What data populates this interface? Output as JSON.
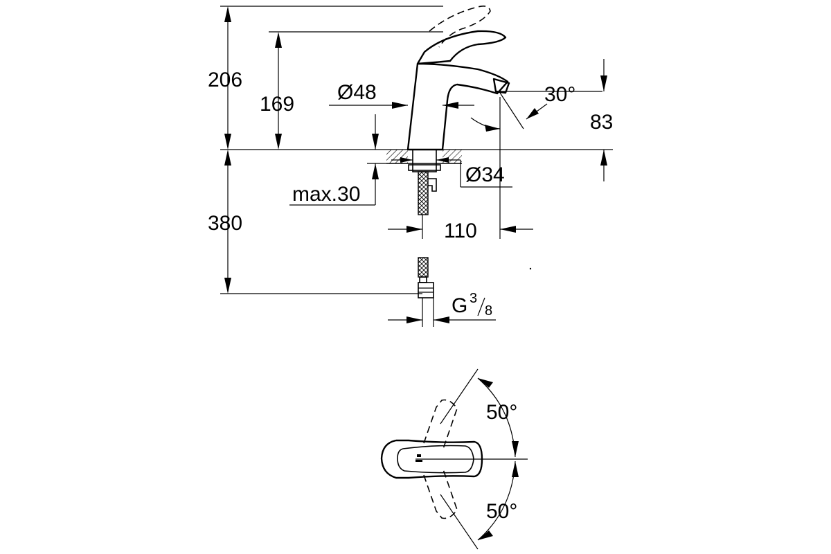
{
  "dimensions": {
    "total_height": "206",
    "spout_height": "169",
    "base_diameter": "Ø48",
    "spout_angle": "30°",
    "aerator_height": "83",
    "hole_diameter": "Ø34",
    "max_thickness": "max.30",
    "hose_length": "380",
    "spout_reach": "110",
    "connection_main": "G",
    "connection_num": "3",
    "connection_den": "8",
    "lever_rotation_upper": "50°",
    "lever_rotation_lower": "50°"
  }
}
